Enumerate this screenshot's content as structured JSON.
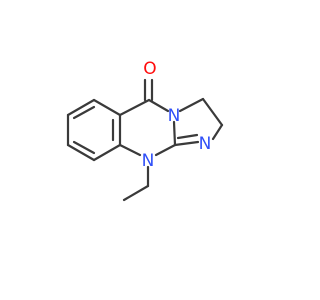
{
  "colors": {
    "bond": "#3a3a3a",
    "oxygen": "#ff0d0d",
    "nitrogen": "#3050f8",
    "background": "#ffffff"
  },
  "atoms": {
    "oxygen": "O",
    "n_bridgehead": "N",
    "n_imine": "N",
    "n_ethyl": "N"
  }
}
